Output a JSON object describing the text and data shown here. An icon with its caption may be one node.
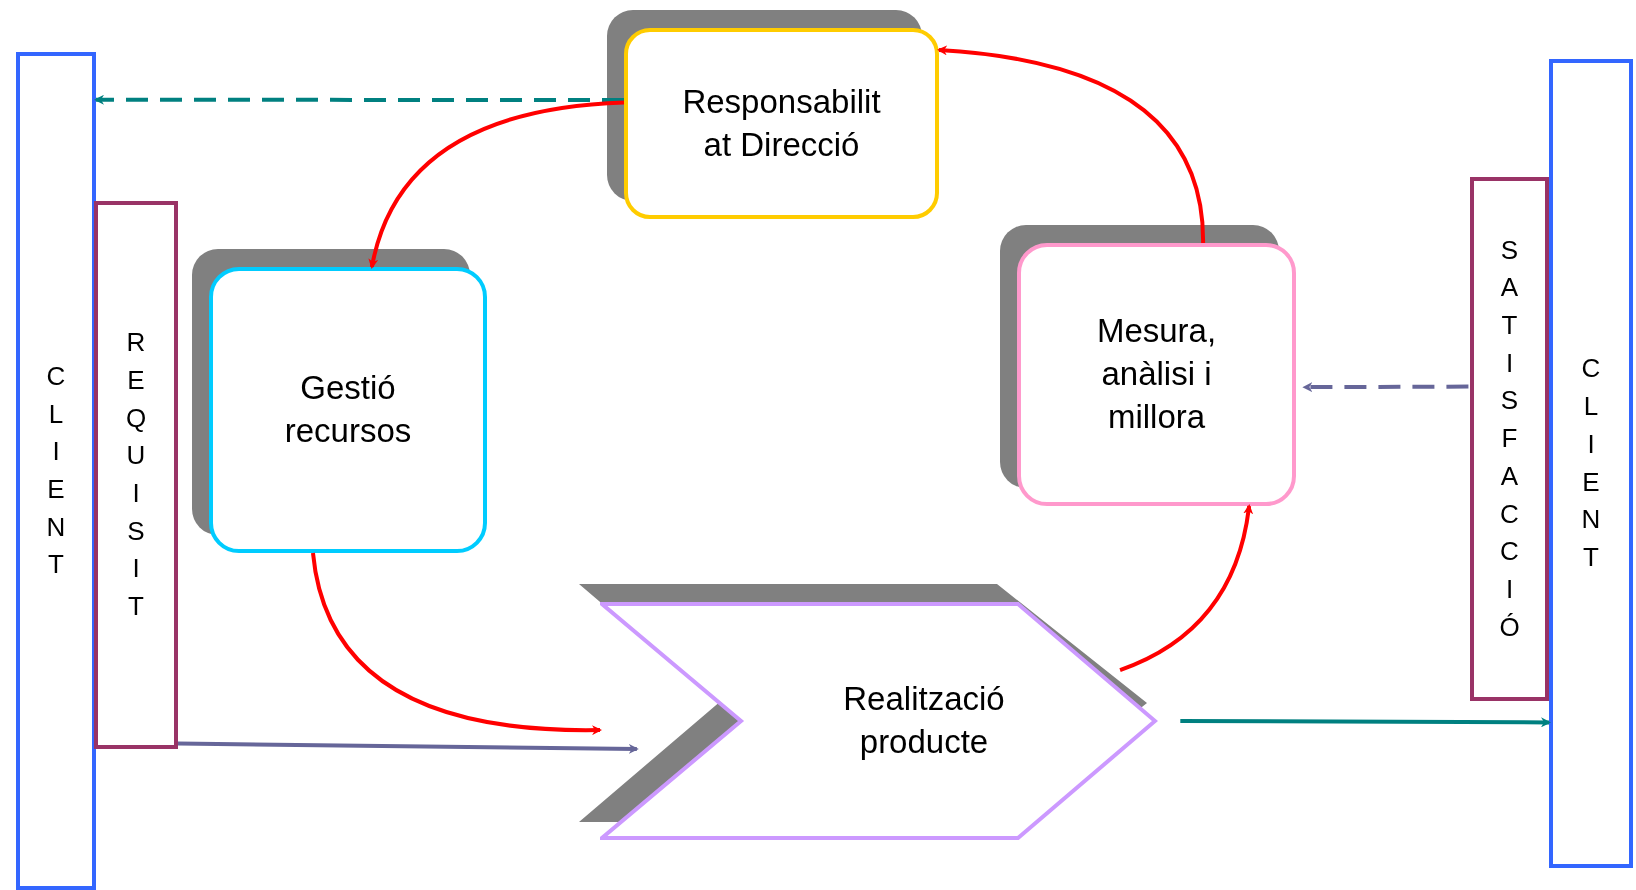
{
  "diagram": {
    "nodes": [
      {
        "text": [
          "CLIENT"
        ]
      },
      {
        "text": [
          "REQUISIT"
        ]
      },
      {
        "text": [
          "Responsabilit at Direcció"
        ]
      },
      {
        "text": [
          "Gestió recursos"
        ]
      },
      {
        "text": [
          "Mesura, anàlisi i millora"
        ]
      },
      {
        "text": [
          "Realització producte"
        ]
      },
      {
        "text": [
          "SATISFACCIÓ"
        ]
      },
      {
        "text": [
          "CLIENT"
        ]
      }
    ],
    "edges": [
      {
        "from": 2,
        "to": 0,
        "arrow": "to",
        "style": "dashed",
        "color": "#008080"
      },
      {
        "from": 2,
        "to": 3,
        "arrow": "to"
      },
      {
        "from": 3,
        "to": 5,
        "arrow": "to"
      },
      {
        "from": 1,
        "to": 5,
        "arrow": "to",
        "color": "#666699"
      },
      {
        "from": 5,
        "to": 4,
        "arrow": "to"
      },
      {
        "from": 4,
        "to": 2,
        "arrow": "to"
      },
      {
        "from": 5,
        "to": 7,
        "arrow": "to",
        "color": "#008080"
      },
      {
        "from": 6,
        "to": 4,
        "arrow": "to",
        "style": "dashed",
        "color": "#666699"
      }
    ]
  }
}
